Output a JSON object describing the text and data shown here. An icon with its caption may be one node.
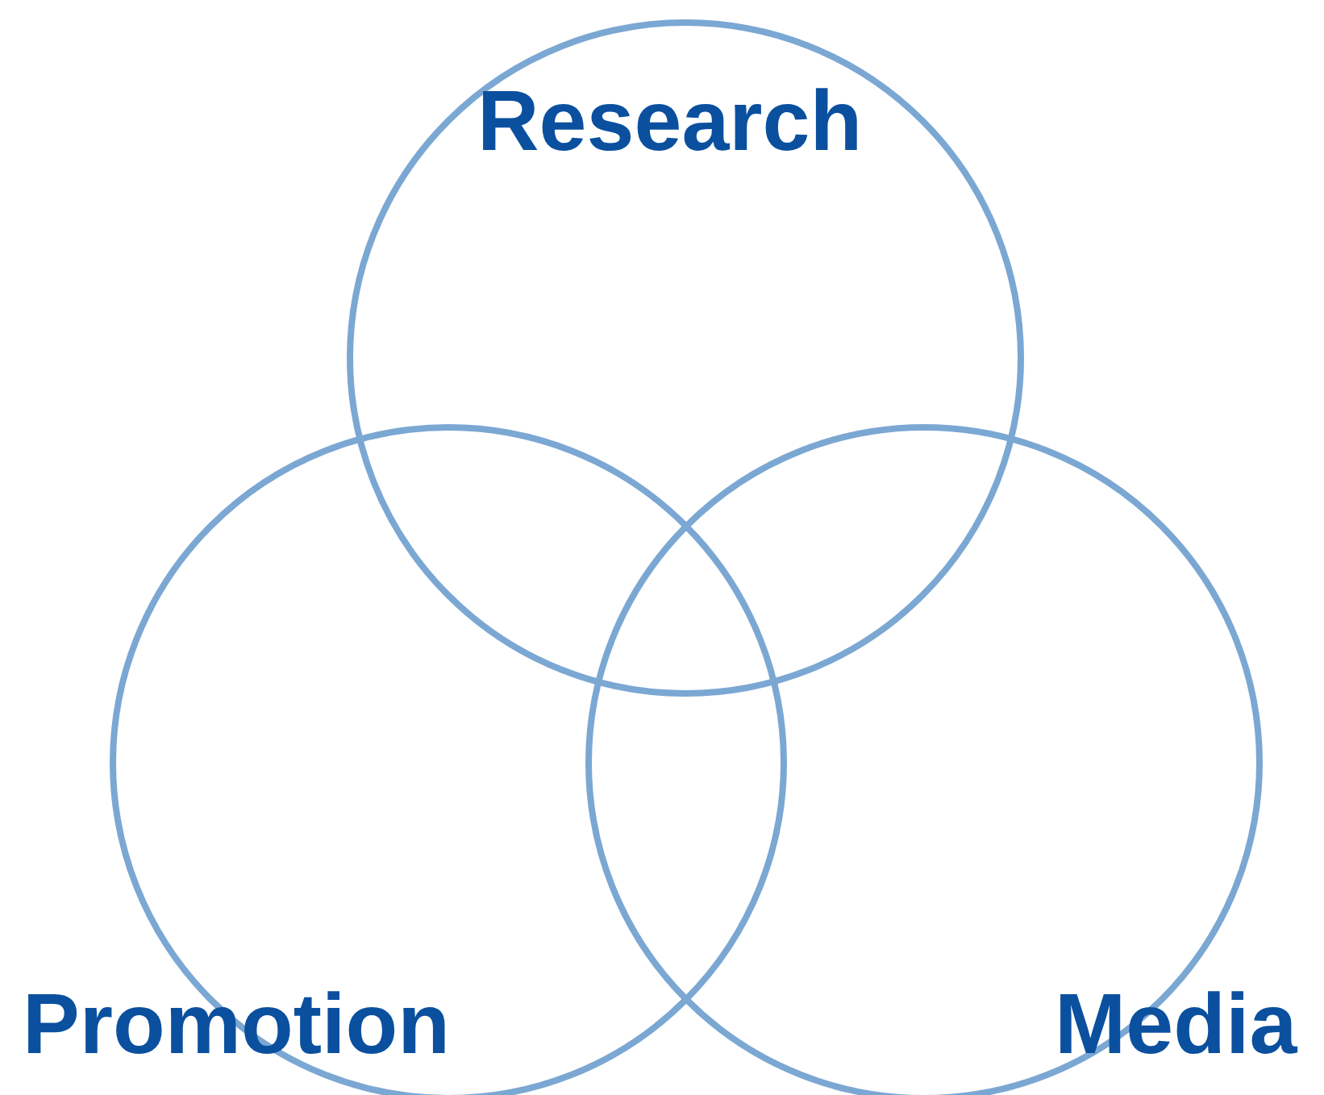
{
  "diagram": {
    "nodes": [
      {
        "text": [
          "Research"
        ]
      },
      {
        "text": [
          "Promotion"
        ]
      },
      {
        "text": [
          "Media"
        ]
      }
    ]
  }
}
